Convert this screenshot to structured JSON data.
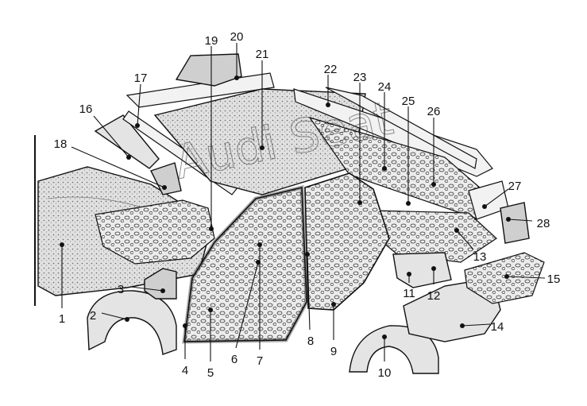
{
  "diagram": {
    "watermark_text": "Audi Seat",
    "callouts": [
      {
        "id": "1",
        "label": "1"
      },
      {
        "id": "2",
        "label": "2"
      },
      {
        "id": "3",
        "label": "3"
      },
      {
        "id": "4",
        "label": "4"
      },
      {
        "id": "5",
        "label": "5"
      },
      {
        "id": "6",
        "label": "6"
      },
      {
        "id": "7",
        "label": "7"
      },
      {
        "id": "8",
        "label": "8"
      },
      {
        "id": "9",
        "label": "9"
      },
      {
        "id": "10",
        "label": "10"
      },
      {
        "id": "11",
        "label": "11"
      },
      {
        "id": "12",
        "label": "12"
      },
      {
        "id": "13",
        "label": "13"
      },
      {
        "id": "14",
        "label": "14"
      },
      {
        "id": "15",
        "label": "15"
      },
      {
        "id": "16",
        "label": "16"
      },
      {
        "id": "17",
        "label": "17"
      },
      {
        "id": "18",
        "label": "18"
      },
      {
        "id": "19",
        "label": "19"
      },
      {
        "id": "20",
        "label": "20"
      },
      {
        "id": "21",
        "label": "21"
      },
      {
        "id": "22",
        "label": "22"
      },
      {
        "id": "23",
        "label": "23"
      },
      {
        "id": "24",
        "label": "24"
      },
      {
        "id": "25",
        "label": "25"
      },
      {
        "id": "26",
        "label": "26"
      },
      {
        "id": "27",
        "label": "27"
      },
      {
        "id": "28",
        "label": "28"
      }
    ]
  }
}
